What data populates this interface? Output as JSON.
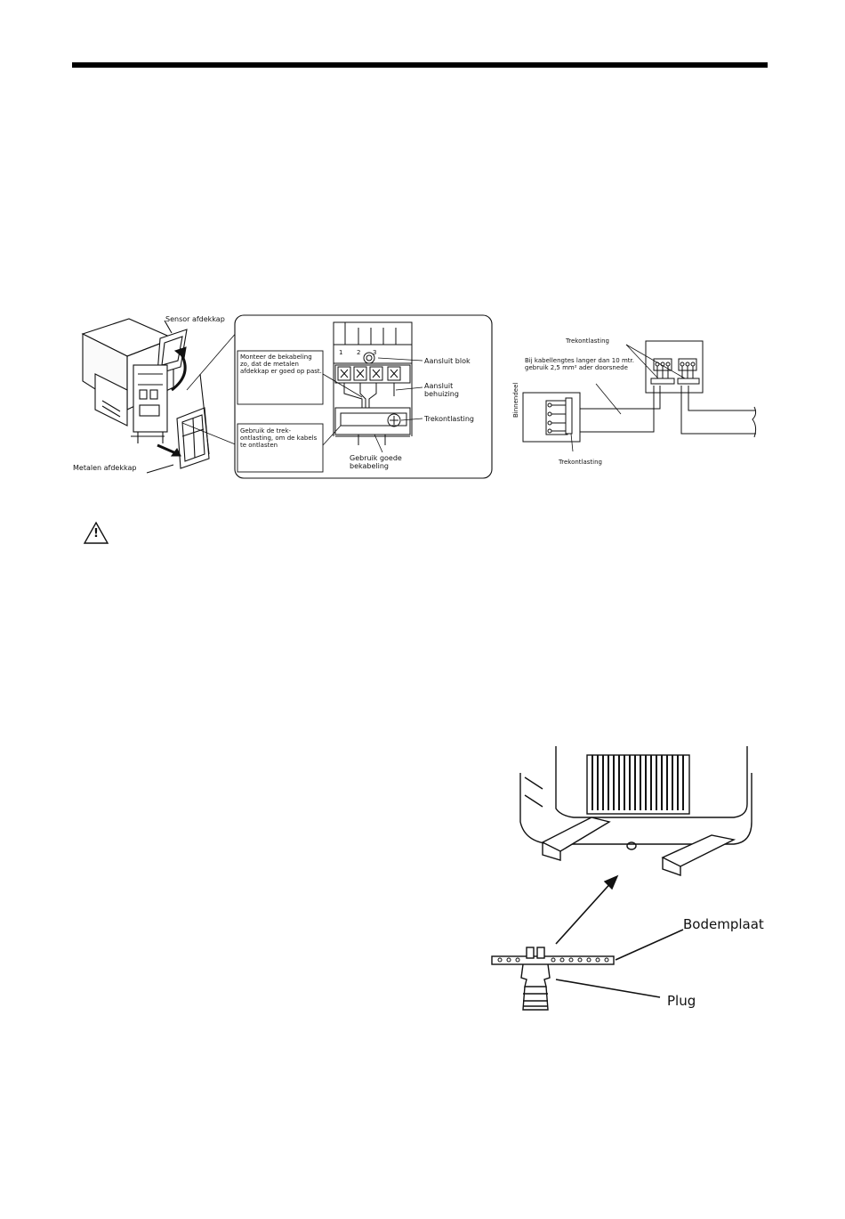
{
  "figure1": {
    "sensor_cover_label": "Sensor afdekkap",
    "metal_cover_label": "Metalen afdekkap",
    "mount_note": "Monteer de bekabeling zo, dat de metalen afdekkap er goed op past.",
    "strain_note": "Gebruik de trek-ontlasting, om de kabels te ontlasten",
    "terminal_block_label": "Aansluit blok",
    "terminal_housing_label": "Aansluit behuizing",
    "strain_relief_label": "Trekontlasting",
    "good_cabling_label": "Gebruik goede bekabeling",
    "terminal_numbers": [
      "1",
      "2",
      "3"
    ]
  },
  "figure2": {
    "strain_relief_top_label": "Trekontlasting",
    "cable_length_note": "Bij kabellengtes langer dan 10 mtr. gebruik 2,5 mm² ader doorsnede",
    "indoor_unit_label": "Binnendeel",
    "strain_relief_bottom_label": "Trekontlasting"
  },
  "warning": {
    "icon": "warning-triangle-icon",
    "symbol": "!"
  },
  "figure3": {
    "base_plate_label": "Bodemplaat",
    "plug_label": "Plug"
  }
}
